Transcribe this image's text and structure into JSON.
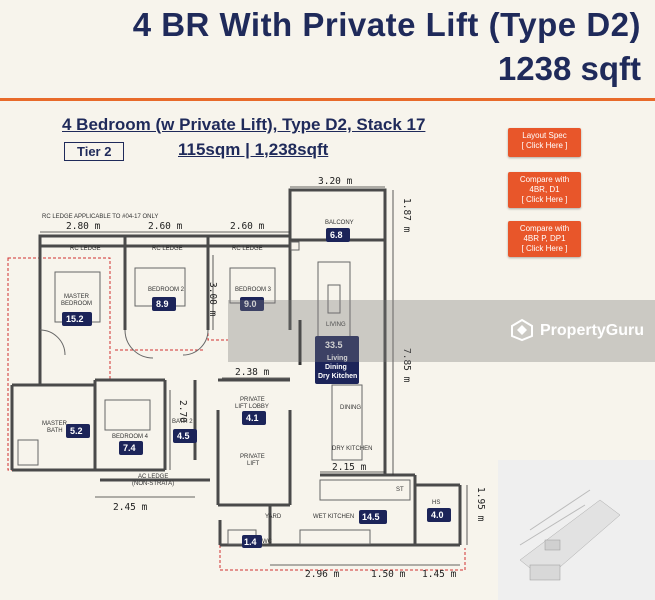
{
  "header": {
    "title_line1": "4 BR With Private Lift (Type D2)",
    "title_line2": "1238 sqft"
  },
  "plan": {
    "heading": "4 Bedroom (w Private Lift), Type D2, Stack 17",
    "tier": "Tier 2",
    "area": "115sqm | 1,238sqft"
  },
  "buttons": [
    {
      "line1": "Layout Spec",
      "line2": "[ Click Here ]"
    },
    {
      "line1": "Compare with",
      "line2": "4BR, D1",
      "line3": "[ Click Here ]"
    },
    {
      "line1": "Compare with",
      "line2": "4BR P, DP1",
      "line3": "[ Click Here ]"
    }
  ],
  "note": "RC LEDGE APPLICABLE TO #04-17 ONLY",
  "dimensions": {
    "d_320": "3.20 m",
    "d_280": "2.80 m",
    "d_260a": "2.60 m",
    "d_260b": "2.60 m",
    "d_187": "1.87 m",
    "d_300": "3.00 m",
    "d_785": "7.85 m",
    "d_238": "2.38 m",
    "d_270": "2.70 m",
    "d_215": "2.15 m",
    "d_245": "2.45 m",
    "d_195": "1.95 m",
    "d_296": "2.96 m",
    "d_150": "1.50 m",
    "d_145": "1.45 m"
  },
  "rooms": {
    "rc_ledge": "RC LEDGE",
    "balcony": "BALCONY",
    "balcony_area": "6.8",
    "master_bedroom_1": "MASTER",
    "master_bedroom_2": "BEDROOM",
    "master_area": "15.2",
    "bedroom2": "BEDROOM 2",
    "bedroom2_area": "8.9",
    "bedroom3": "BEDROOM 3",
    "bedroom3_area": "9.0",
    "living": "LIVING",
    "living_area": "33.5",
    "living_l1": "Living",
    "living_l2": "Dining",
    "living_l3": "Dry Kitchen",
    "dining": "DINING",
    "dry_kitchen": "DRY KITCHEN",
    "lift_lobby_1": "PRIVATE",
    "lift_lobby_2": "LIFT LOBBY",
    "lift_lobby_area": "4.1",
    "private_lift_1": "PRIVATE",
    "private_lift_2": "LIFT",
    "master_bath_1": "MASTER",
    "master_bath_2": "BATH",
    "master_bath_area": "5.2",
    "bedroom4": "BEDROOM 4",
    "bedroom4_area": "7.4",
    "bath2": "BATH 2",
    "bath2_area": "4.5",
    "ac_ledge_1": "AC LEDGE",
    "ac_ledge_2": "(NON-STRATA)",
    "yard": "YARD",
    "wc": "WC",
    "wc_area": "1.4",
    "wet_kitchen": "WET KITCHEN",
    "wet_kitchen_area": "14.5",
    "hs": "HS",
    "hs_area": "4.0",
    "st": "ST"
  },
  "watermark": "PropertyGuru",
  "colors": {
    "navy": "#1f2a5a",
    "orange": "#e86a2a",
    "button": "#e8562a",
    "dim_red": "#d03030",
    "wall": "#4a4a4a",
    "badge": "#1c2459"
  }
}
